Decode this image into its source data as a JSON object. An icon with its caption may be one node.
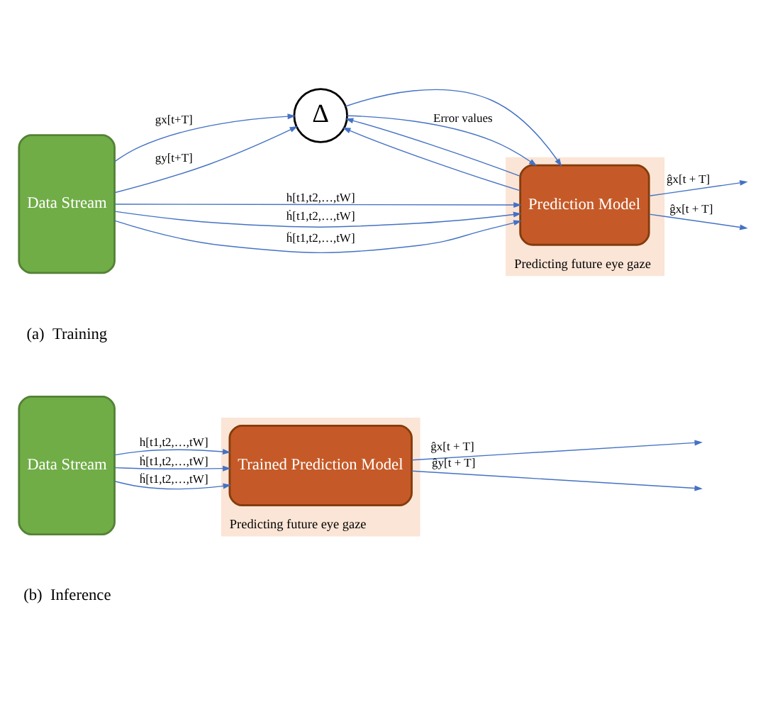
{
  "diagram": {
    "nodes": [
      {
        "text": [
          "Data Stream"
        ]
      },
      {
        "text": [
          "Δ"
        ]
      },
      {
        "text": [
          "Predicting future eye gaze"
        ]
      },
      {
        "text": [
          "Prediction Model"
        ],
        "in": 2
      },
      {
        "text": [
          "Data Stream"
        ]
      },
      {
        "text": [
          "Predicting future eye gaze"
        ]
      },
      {
        "text": [
          "Trained Prediction Model"
        ],
        "in": 5
      }
    ],
    "edges": [
      {
        "from": 0,
        "to": 1,
        "arrow": "to",
        "label": "gx[t+T]"
      },
      {
        "from": 0,
        "to": 1,
        "arrow": "to",
        "label": "gy[t+T]"
      },
      {
        "from": 0,
        "to": 3,
        "arrow": "to",
        "label": "h[t1,t2,…,tW]"
      },
      {
        "from": 0,
        "to": 3,
        "arrow": "to",
        "label": "ḣ[t1,t2,…,tW]"
      },
      {
        "from": 0,
        "to": 3,
        "arrow": "to",
        "label": "ḧ[t1,t2,…,tW]"
      },
      {
        "from": 1,
        "to": 3,
        "arrow": "to"
      },
      {
        "from": 1,
        "to": 3,
        "arrow": "to",
        "label": "Error values"
      },
      {
        "from": 3,
        "to": null,
        "arrow": "to",
        "label": "ĝx[t + T]"
      },
      {
        "from": 3,
        "to": null,
        "arrow": "to",
        "label": "ĝx[t + T]"
      },
      {
        "from": 3,
        "to": 1,
        "arrow": "to"
      },
      {
        "from": 3,
        "to": 1,
        "arrow": "to"
      },
      {
        "from": 4,
        "to": 6,
        "arrow": "to",
        "label": "h[t1,t2,…,tW]"
      },
      {
        "from": 4,
        "to": 6,
        "arrow": "to",
        "label": "ḣ[t1,t2,…,tW]"
      },
      {
        "from": 4,
        "to": 6,
        "arrow": "to",
        "label": "ḧ[t1,t2,…,tW]"
      },
      {
        "from": 6,
        "to": null,
        "arrow": "to",
        "label": "ĝx[t + T]"
      },
      {
        "from": 6,
        "to": null,
        "arrow": "to",
        "label": "ĝy[t + T]"
      }
    ],
    "labels": [
      "(a)  Training",
      "(b)  Inference"
    ]
  }
}
